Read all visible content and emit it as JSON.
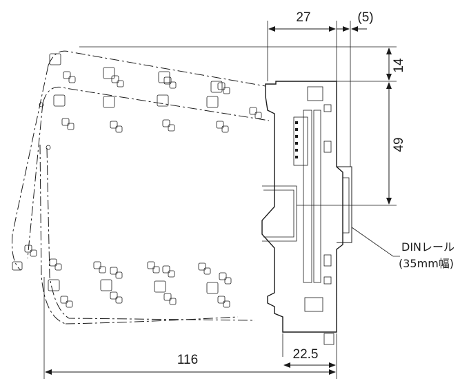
{
  "dimensions": {
    "width_27": "27",
    "offset_5": "(5)",
    "height_14": "14",
    "height_49": "49",
    "depth_22_5": "22.5",
    "total_116": "116"
  },
  "callout": {
    "line1": "DINレール",
    "line2": "(35mm幅)"
  }
}
